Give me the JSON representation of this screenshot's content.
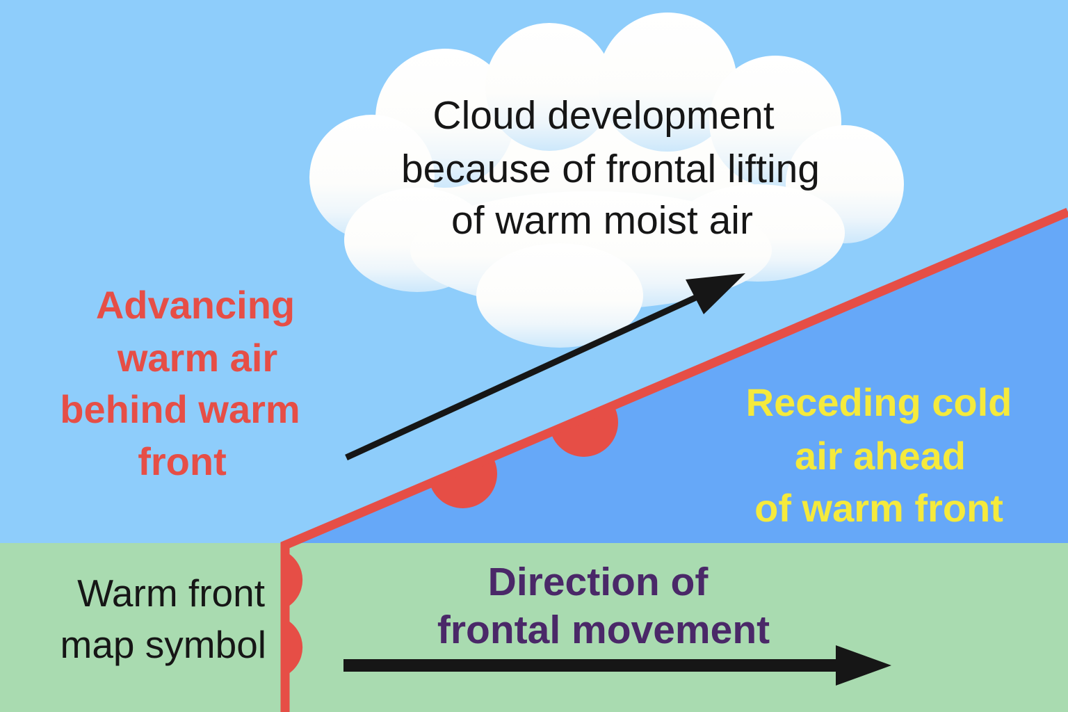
{
  "cloud": {
    "lines": [
      "Cloud development",
      "because of frontal lifting",
      "of warm moist air"
    ]
  },
  "warm_air": {
    "lines": [
      "Advancing",
      "warm air",
      "behind warm",
      "front"
    ],
    "color": "#e64e46"
  },
  "cold_air": {
    "lines": [
      "Receding cold",
      "air ahead",
      "of warm front"
    ],
    "color": "#f5ea3c"
  },
  "map_symbol": {
    "lines": [
      "Warm front",
      "map symbol"
    ]
  },
  "movement": {
    "lines": [
      "Direction of",
      "frontal movement"
    ],
    "color": "#4a2868"
  },
  "colors": {
    "sky": "#8ecdfb",
    "cold_air_mass": "#66a8f8",
    "ground": "#a9dbb0",
    "front_line": "#e64e46",
    "arrow": "#161616",
    "cloud": "#ffffff"
  }
}
